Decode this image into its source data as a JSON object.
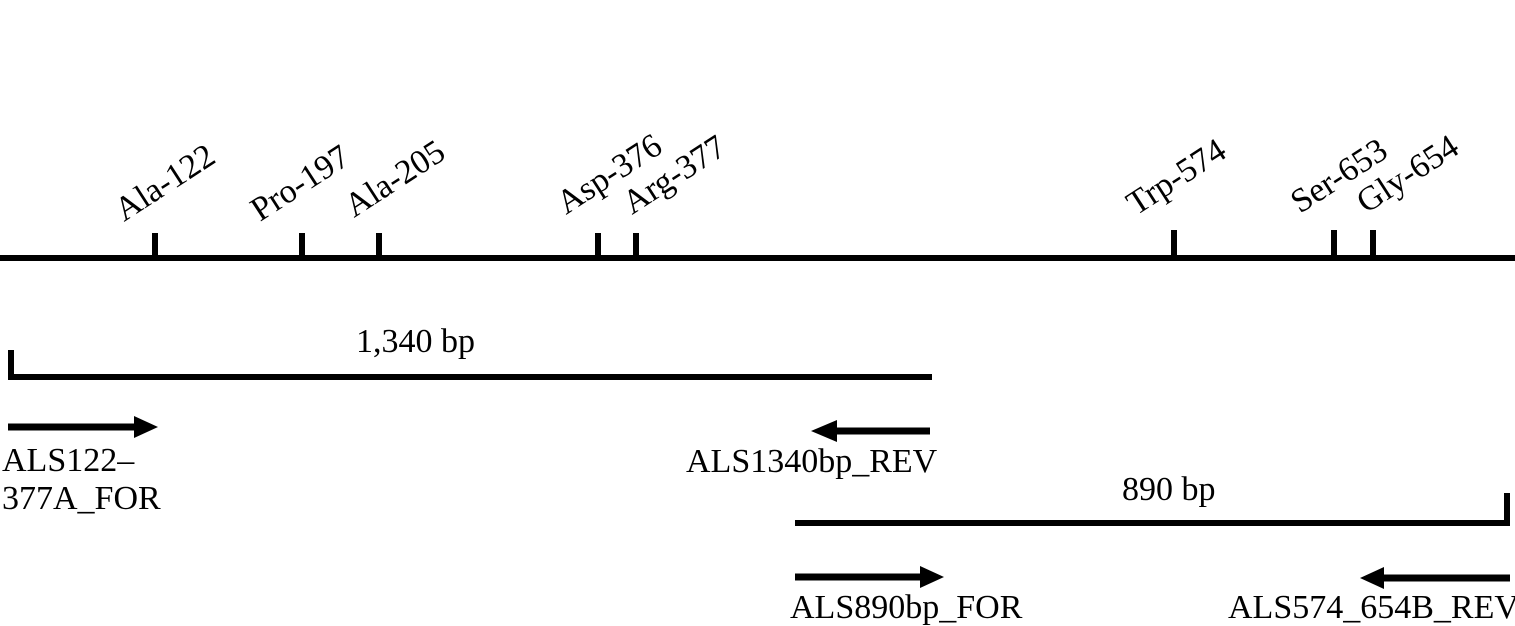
{
  "codon_sites": [
    {
      "id": "ala122",
      "label": "Ala-122"
    },
    {
      "id": "pro197",
      "label": "Pro-197"
    },
    {
      "id": "ala205",
      "label": "Ala-205"
    },
    {
      "id": "asp376",
      "label": "Asp-376"
    },
    {
      "id": "arg377",
      "label": "Arg-377"
    },
    {
      "id": "trp574",
      "label": "Trp-574"
    },
    {
      "id": "ser653",
      "label": "Ser-653"
    },
    {
      "id": "gly654",
      "label": "Gly-654"
    }
  ],
  "amplicons": {
    "long": {
      "size_label": "1,340 bp"
    },
    "short": {
      "size_label": "890 bp"
    }
  },
  "primers": {
    "als122_for": {
      "line1": "ALS122–",
      "line2": "377A_FOR"
    },
    "als1340_rev": {
      "label": "ALS1340bp_REV"
    },
    "als890_for": {
      "label": "ALS890bp_FOR"
    },
    "als574_rev": {
      "label": "ALS574_654B_REV"
    }
  }
}
